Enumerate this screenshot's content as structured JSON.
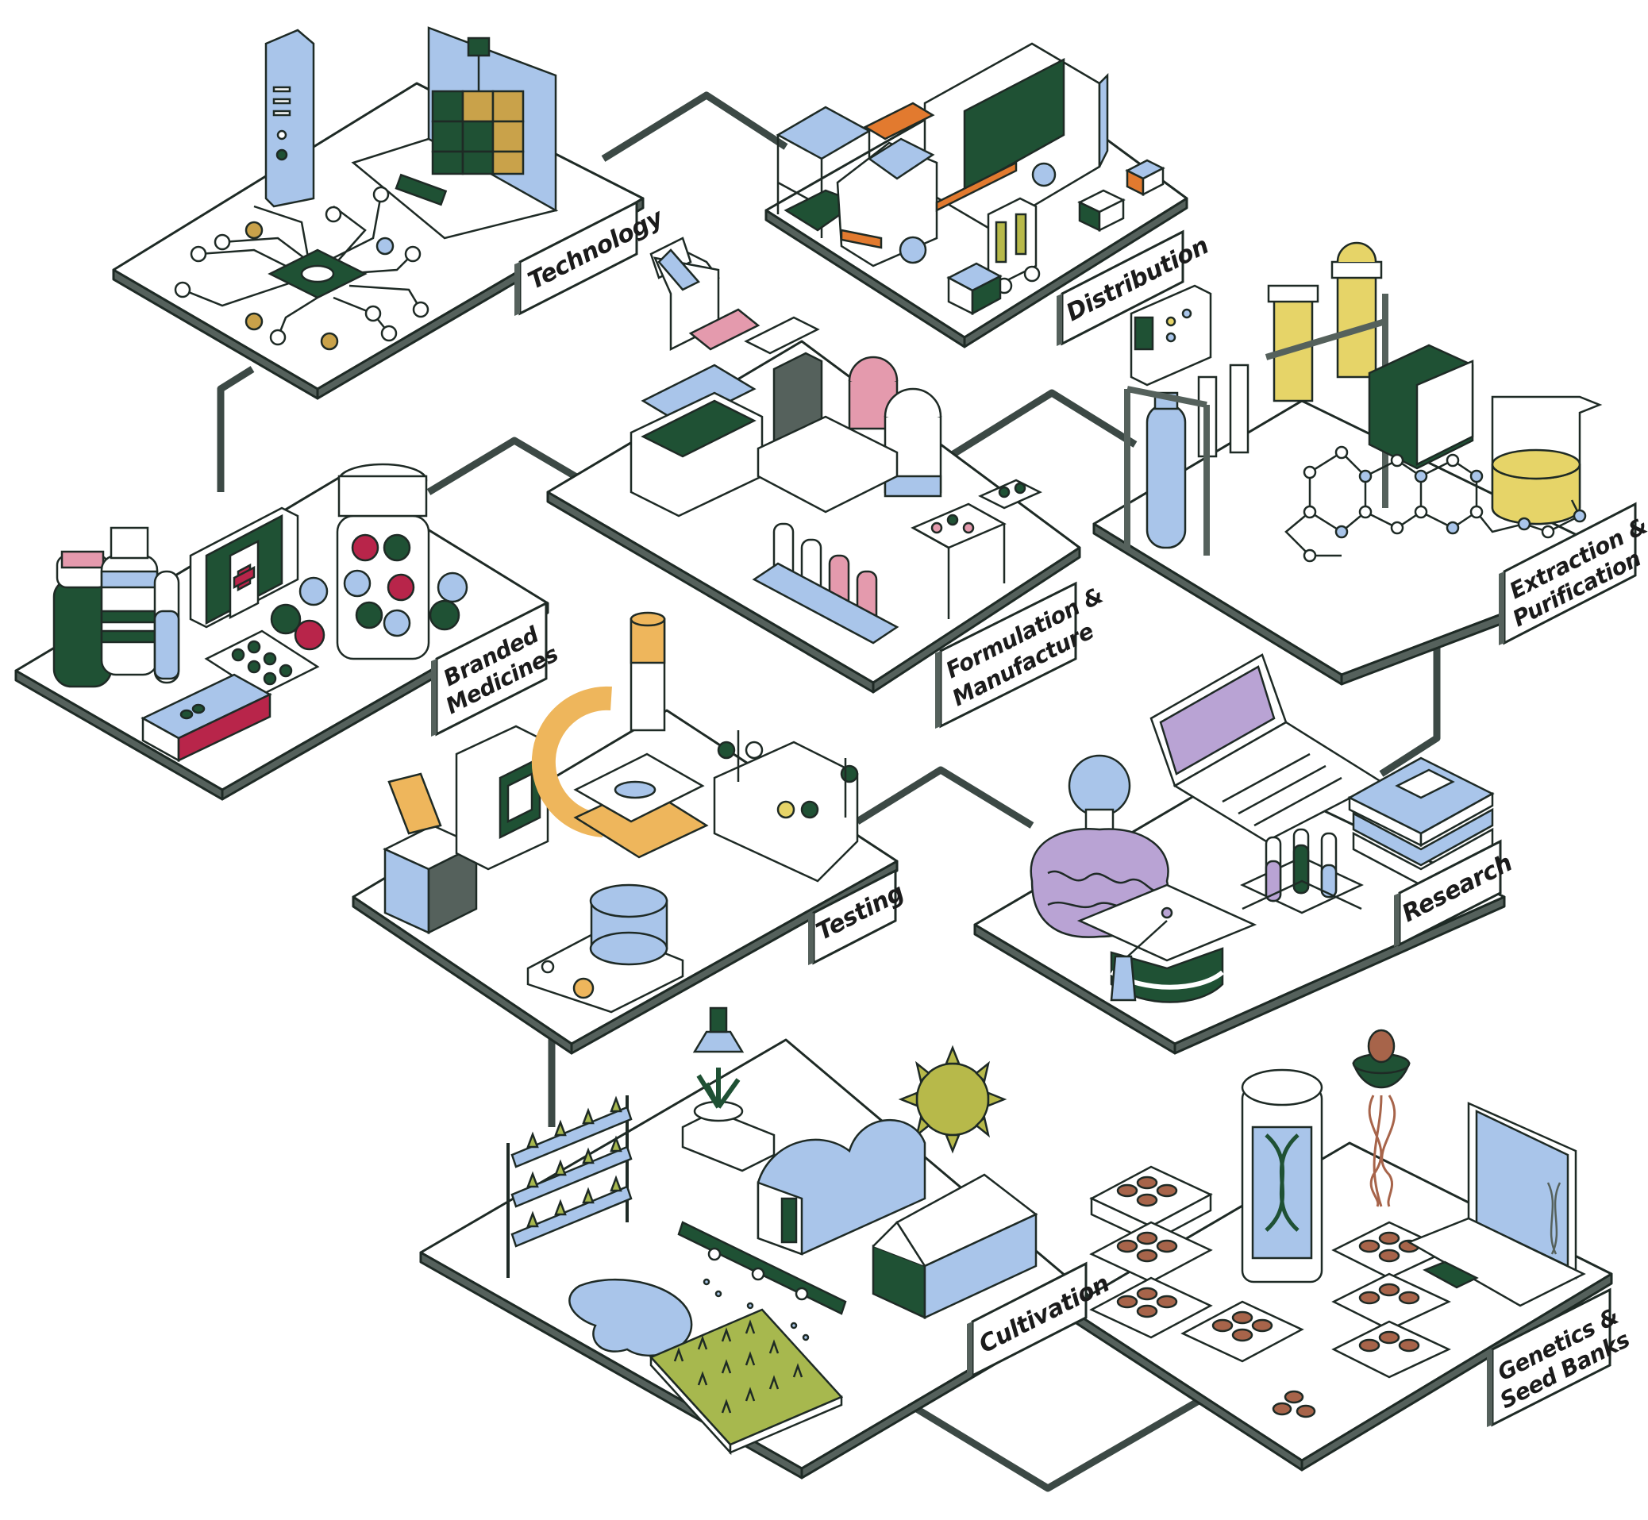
{
  "colors": {
    "outline": "#1e2a25",
    "connector": "#3c4945",
    "platform_top": "#ffffff",
    "platform_side": "#55615c",
    "dark_green": "#1f5134",
    "light_blue": "#a9c5ea",
    "lilac": "#b9a3d4",
    "pink": "#e49aad",
    "crimson": "#b8254a",
    "yellow": "#e6d468",
    "gold": "#c9a24a",
    "orange": "#e27a2f",
    "olive": "#b7b94a",
    "leaf_green": "#a7b84e",
    "brown": "#a7644a",
    "tan_orange": "#eeb65c"
  },
  "sections": [
    {
      "id": "technology",
      "label_lines": [
        "Technology"
      ],
      "icons": [
        "vape-pen-icon",
        "laptop-icon",
        "circuit-board-icon"
      ]
    },
    {
      "id": "distribution",
      "label_lines": [
        "Distribution"
      ],
      "icons": [
        "truck-icon",
        "forklift-icon",
        "shelving-icon",
        "packages-icon"
      ]
    },
    {
      "id": "formulation",
      "label_lines": [
        "Formulation &",
        "Manufacture"
      ],
      "icons": [
        "microscope-icon",
        "cabinet-icon",
        "dispensing-machine-icon",
        "blister-trays-icon"
      ]
    },
    {
      "id": "extraction",
      "label_lines": [
        "Extraction &",
        "Purification"
      ],
      "icons": [
        "control-panel-icon",
        "gas-cylinder-icon",
        "column-reactor-icon",
        "beaker-icon",
        "molecule-icon"
      ]
    },
    {
      "id": "branded",
      "label_lines": [
        "Branded",
        "Medicines"
      ],
      "icons": [
        "medicine-bottles-icon",
        "first-aid-kit-icon",
        "flower-jar-icon",
        "pill-blister-icon",
        "medicine-box-icon"
      ]
    },
    {
      "id": "testing",
      "label_lines": [
        "Testing"
      ],
      "icons": [
        "microscope-icon",
        "incubator-icon",
        "lab-cart-icon",
        "glassware-rack-icon",
        "hotplate-stirrer-icon"
      ]
    },
    {
      "id": "research",
      "label_lines": [
        "Research"
      ],
      "icons": [
        "brain-icon",
        "light-bulb-icon",
        "graduation-cap-icon",
        "laptop-icon",
        "books-icon",
        "test-tubes-icon"
      ]
    },
    {
      "id": "cultivation",
      "label_lines": [
        "Cultivation"
      ],
      "icons": [
        "hydroponic-rack-icon",
        "grow-lamp-icon",
        "polytunnel-icon",
        "greenhouse-icon",
        "sun-icon",
        "irrigation-icon",
        "crop-bed-icon"
      ]
    },
    {
      "id": "genetics",
      "label_lines": [
        "Genetics &",
        "Seed Banks"
      ],
      "icons": [
        "seed-trays-icon",
        "dna-tube-icon",
        "seed-sprout-icon",
        "laptop-dna-icon"
      ]
    }
  ]
}
